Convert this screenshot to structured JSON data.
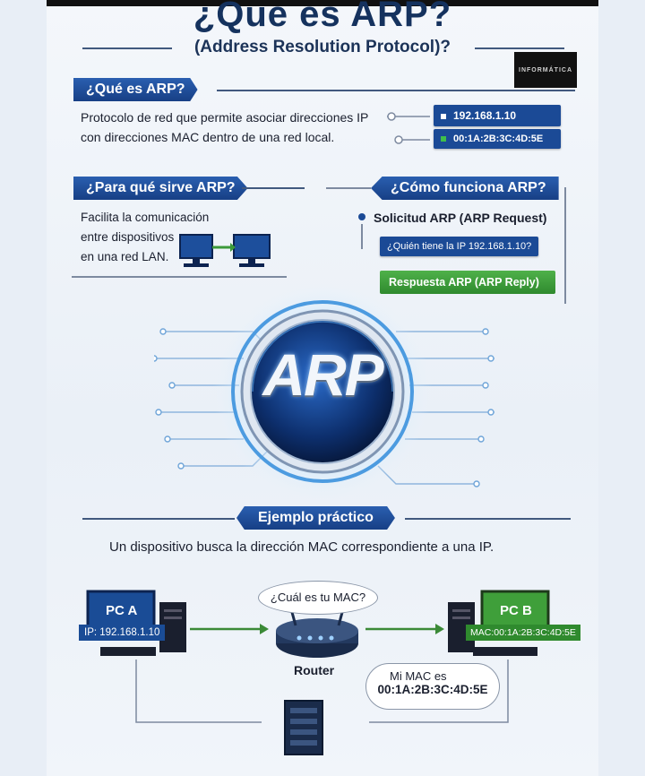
{
  "header": {
    "title": "¿Que es ARP?",
    "subtitle": "(Address Resolution Protocol)?",
    "logo_text": "INFORMÁTICA"
  },
  "what": {
    "heading": "¿Qué es ARP?",
    "text_line1": "Protocolo de red que permite asociar direcciones IP",
    "text_line2": "con direcciones MAC dentro de una red local.",
    "ip": "192.168.1.10",
    "mac": "00:1A:2B:3C:4D:5E"
  },
  "purpose": {
    "heading": "¿Para qué sirve ARP?",
    "line1": "Facilita la comunicación",
    "line2": "entre dispositivos",
    "line3": "en una red LAN."
  },
  "how": {
    "heading": "¿Cómo funciona ARP?",
    "request_label": "Solicitud ARP (ARP Request)",
    "request_question": "¿Quién tiene la IP 192.168.1.10?",
    "reply_label": "Respuesta ARP (ARP Reply)"
  },
  "emblem": {
    "text": "ARP"
  },
  "example": {
    "heading": "Ejemplo práctico",
    "description": "Un dispositivo busca la dirección MAC correspondiente a una IP.",
    "pc_a_label": "PC A",
    "pc_a_ip": "IP: 192.168.1.10",
    "pc_b_label": "PC B",
    "pc_b_mac": "MAC:00:1A:2B:3C:4D:5E",
    "question": "¿Cuál es tu MAC?",
    "router_label": "Router",
    "answer_line1": "Mi MAC es",
    "answer_line2": "00:1A:2B:3C:4D:5E"
  },
  "colors": {
    "navy": "#173f85",
    "blue": "#1b4a96",
    "green": "#2f8a2e",
    "text": "#1a1f2e"
  }
}
